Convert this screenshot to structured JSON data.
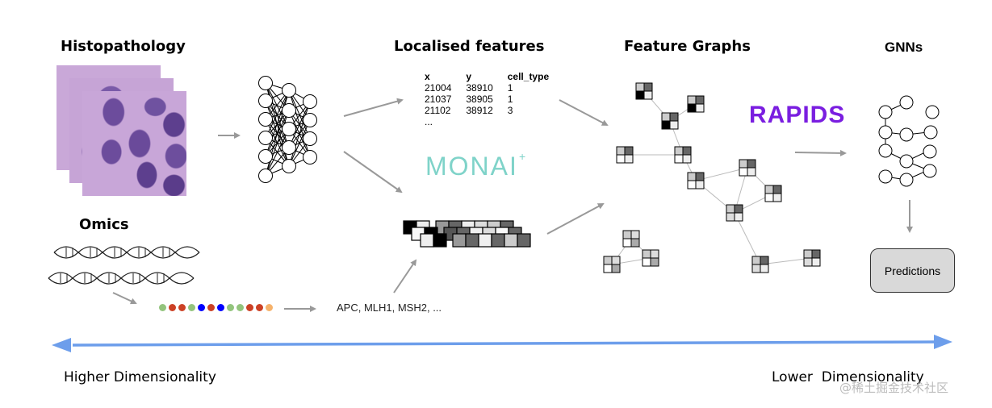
{
  "sections": {
    "histopathology": "Histopathology",
    "omics": "Omics",
    "localised_features": "Localised features",
    "feature_graphs": "Feature Graphs",
    "gnns": "GNNs"
  },
  "feature_table": {
    "headers": [
      "x",
      "y",
      "cell_type"
    ],
    "rows": [
      [
        "21004",
        "38910",
        "1"
      ],
      [
        "21037",
        "38905",
        "1"
      ],
      [
        "21102",
        "38912",
        "3"
      ]
    ],
    "ellipsis": "..."
  },
  "logos": {
    "monai": "MONAI",
    "rapids": "RAPIDS"
  },
  "genes_label": "APC, MLH1, MSH2, ...",
  "predictions_label": "Predictions",
  "axis": {
    "left_label": "Higher Dimensionality",
    "right_label": "Lower  Dimensionality",
    "arrow_color": "#6d9eeb"
  },
  "omics_dots": [
    "#93c47d",
    "#cc4125",
    "#cc4125",
    "#93c47d",
    "#0000ff",
    "#cc4125",
    "#0000ff",
    "#93c47d",
    "#93c47d",
    "#cc4125",
    "#cc4125",
    "#f6b26b"
  ],
  "watermark": "@稀土掘金技术社区"
}
